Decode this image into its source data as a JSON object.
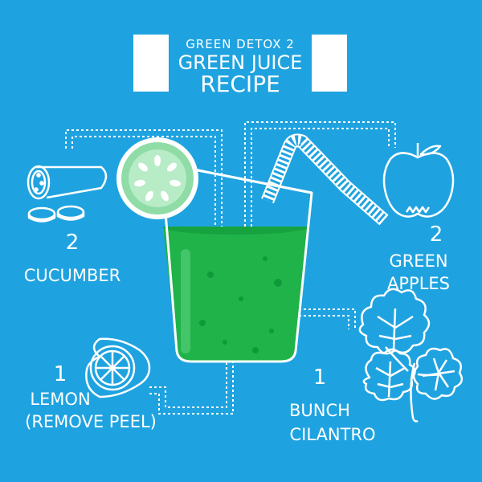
{
  "title": {
    "line1": "GREEN DETOX 2",
    "line2": "GREEN JUICE",
    "line3": "RECIPE"
  },
  "colors": {
    "background": "#1fa3e0",
    "juice": "#1fb34a",
    "juice_dark": "#0f9a3a",
    "cucumber": "#7fd89a",
    "line": "#ffffff"
  },
  "ingredients": [
    {
      "quantity": "2",
      "name_lines": [
        "CUCUMBER"
      ],
      "icon": "cucumber-icon"
    },
    {
      "quantity": "2",
      "name_lines": [
        "GREEN",
        "APPLES"
      ],
      "icon": "apple-icon"
    },
    {
      "quantity": "1",
      "name_lines": [
        "LEMON",
        "(REMOVE PEEL)"
      ],
      "icon": "lemon-icon"
    },
    {
      "quantity": "1",
      "name_lines": [
        "BUNCH",
        "CILANTRO"
      ],
      "icon": "cilantro-icon"
    }
  ]
}
